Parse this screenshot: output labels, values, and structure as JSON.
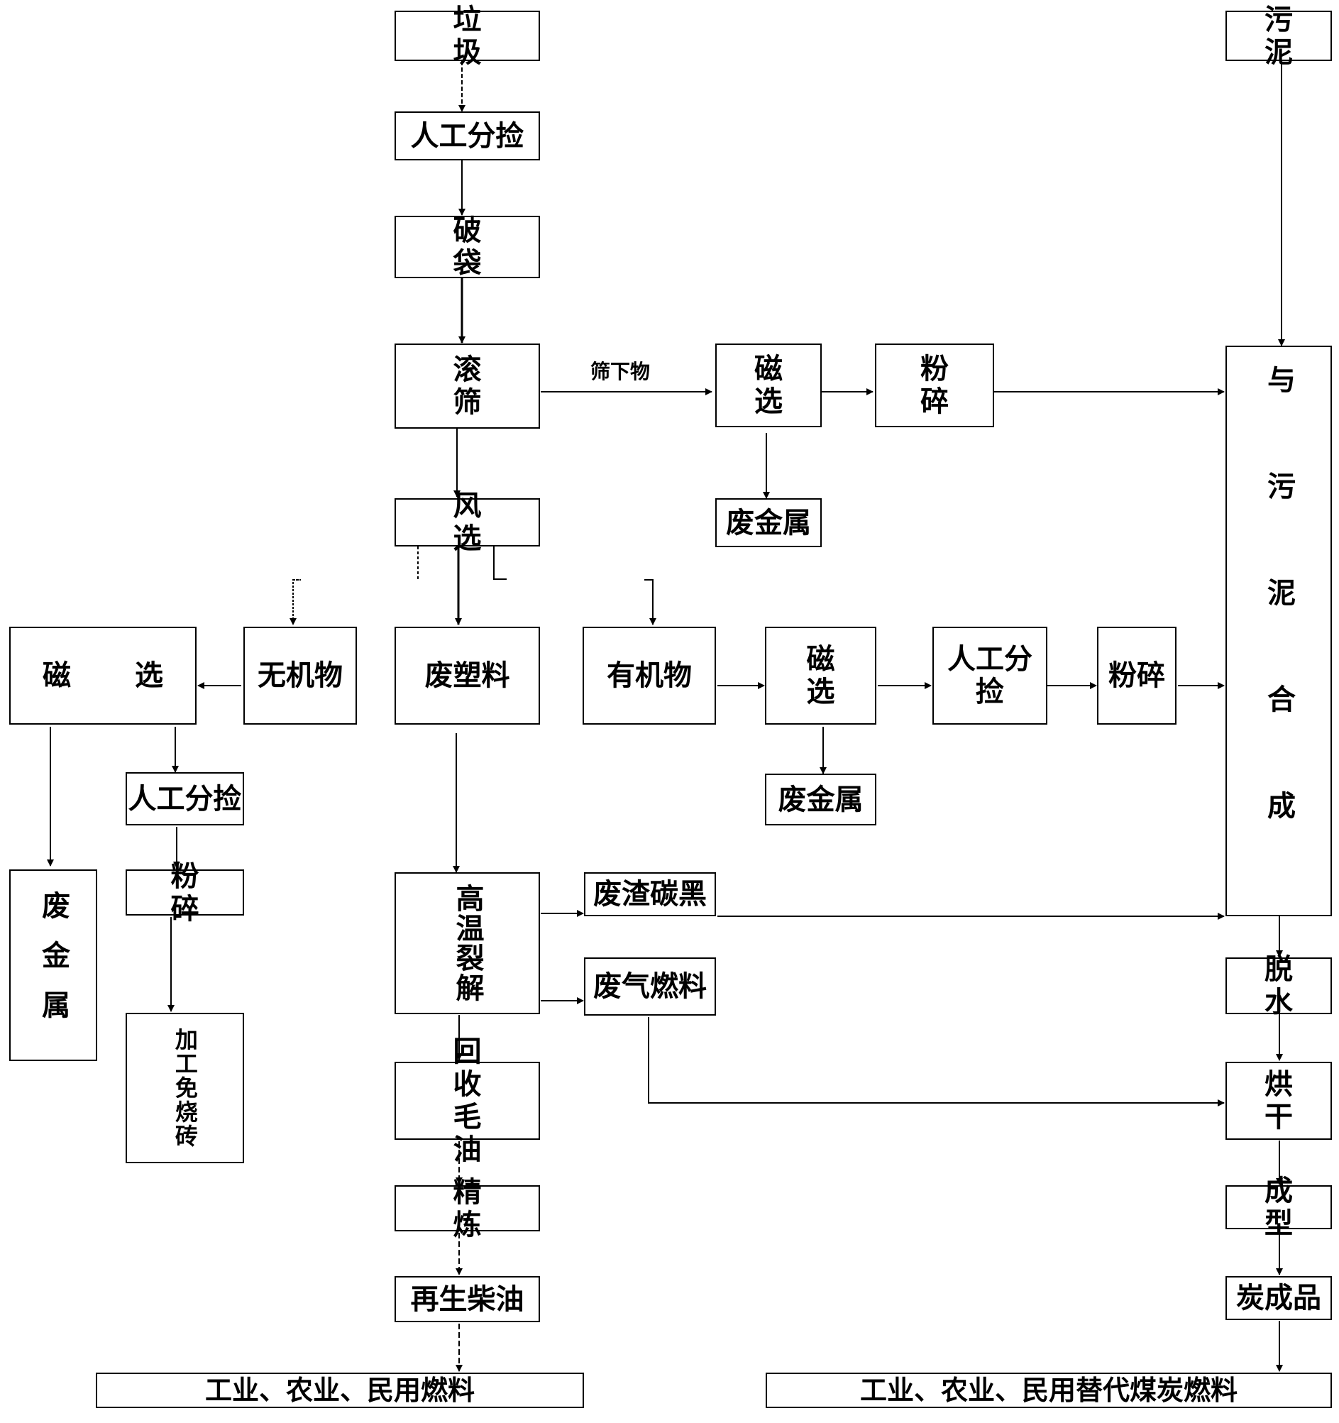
{
  "diagram": {
    "garbage": "垃 圾",
    "manual_sort_1": "人工分捡",
    "bag_break": "破 袋",
    "trommel": "滚 筛",
    "undersize_label": "筛下物",
    "magsep_1": "磁 选",
    "crush_1": "粉 碎",
    "scrap_metal_1": "废金属",
    "air_sep": "风 选",
    "inorganic": "无机物",
    "magsep_left": "磁 选",
    "waste_plastic": "废塑料",
    "organic": "有机物",
    "magsep_2": "磁 选",
    "manual_sort_2": "人工分捡",
    "crush_2": "粉碎",
    "scrap_metal_2": "废金属",
    "manual_sort_3": "人工分捡",
    "crush_3": "粉 碎",
    "scrap_metal_left": "废金属",
    "unfired_brick": "加工免烧砖",
    "pyrolysis": "高温裂解",
    "residue_carbon": "废渣碳黑",
    "waste_gas_fuel": "废气燃料",
    "recover_crude_1": "回 收",
    "recover_crude_2": "毛 油",
    "refine": "精 炼",
    "diesel": "再生柴油",
    "fuel_left": "工业、农业、民用燃料",
    "sludge": "污 泥",
    "mix_sludge": "与污泥合成",
    "dewater": "脱 水",
    "drying": "烘 干",
    "forming": "成 型",
    "carbon_product": "炭成品",
    "fuel_right": "工业、农业、民用替代煤炭燃料"
  }
}
